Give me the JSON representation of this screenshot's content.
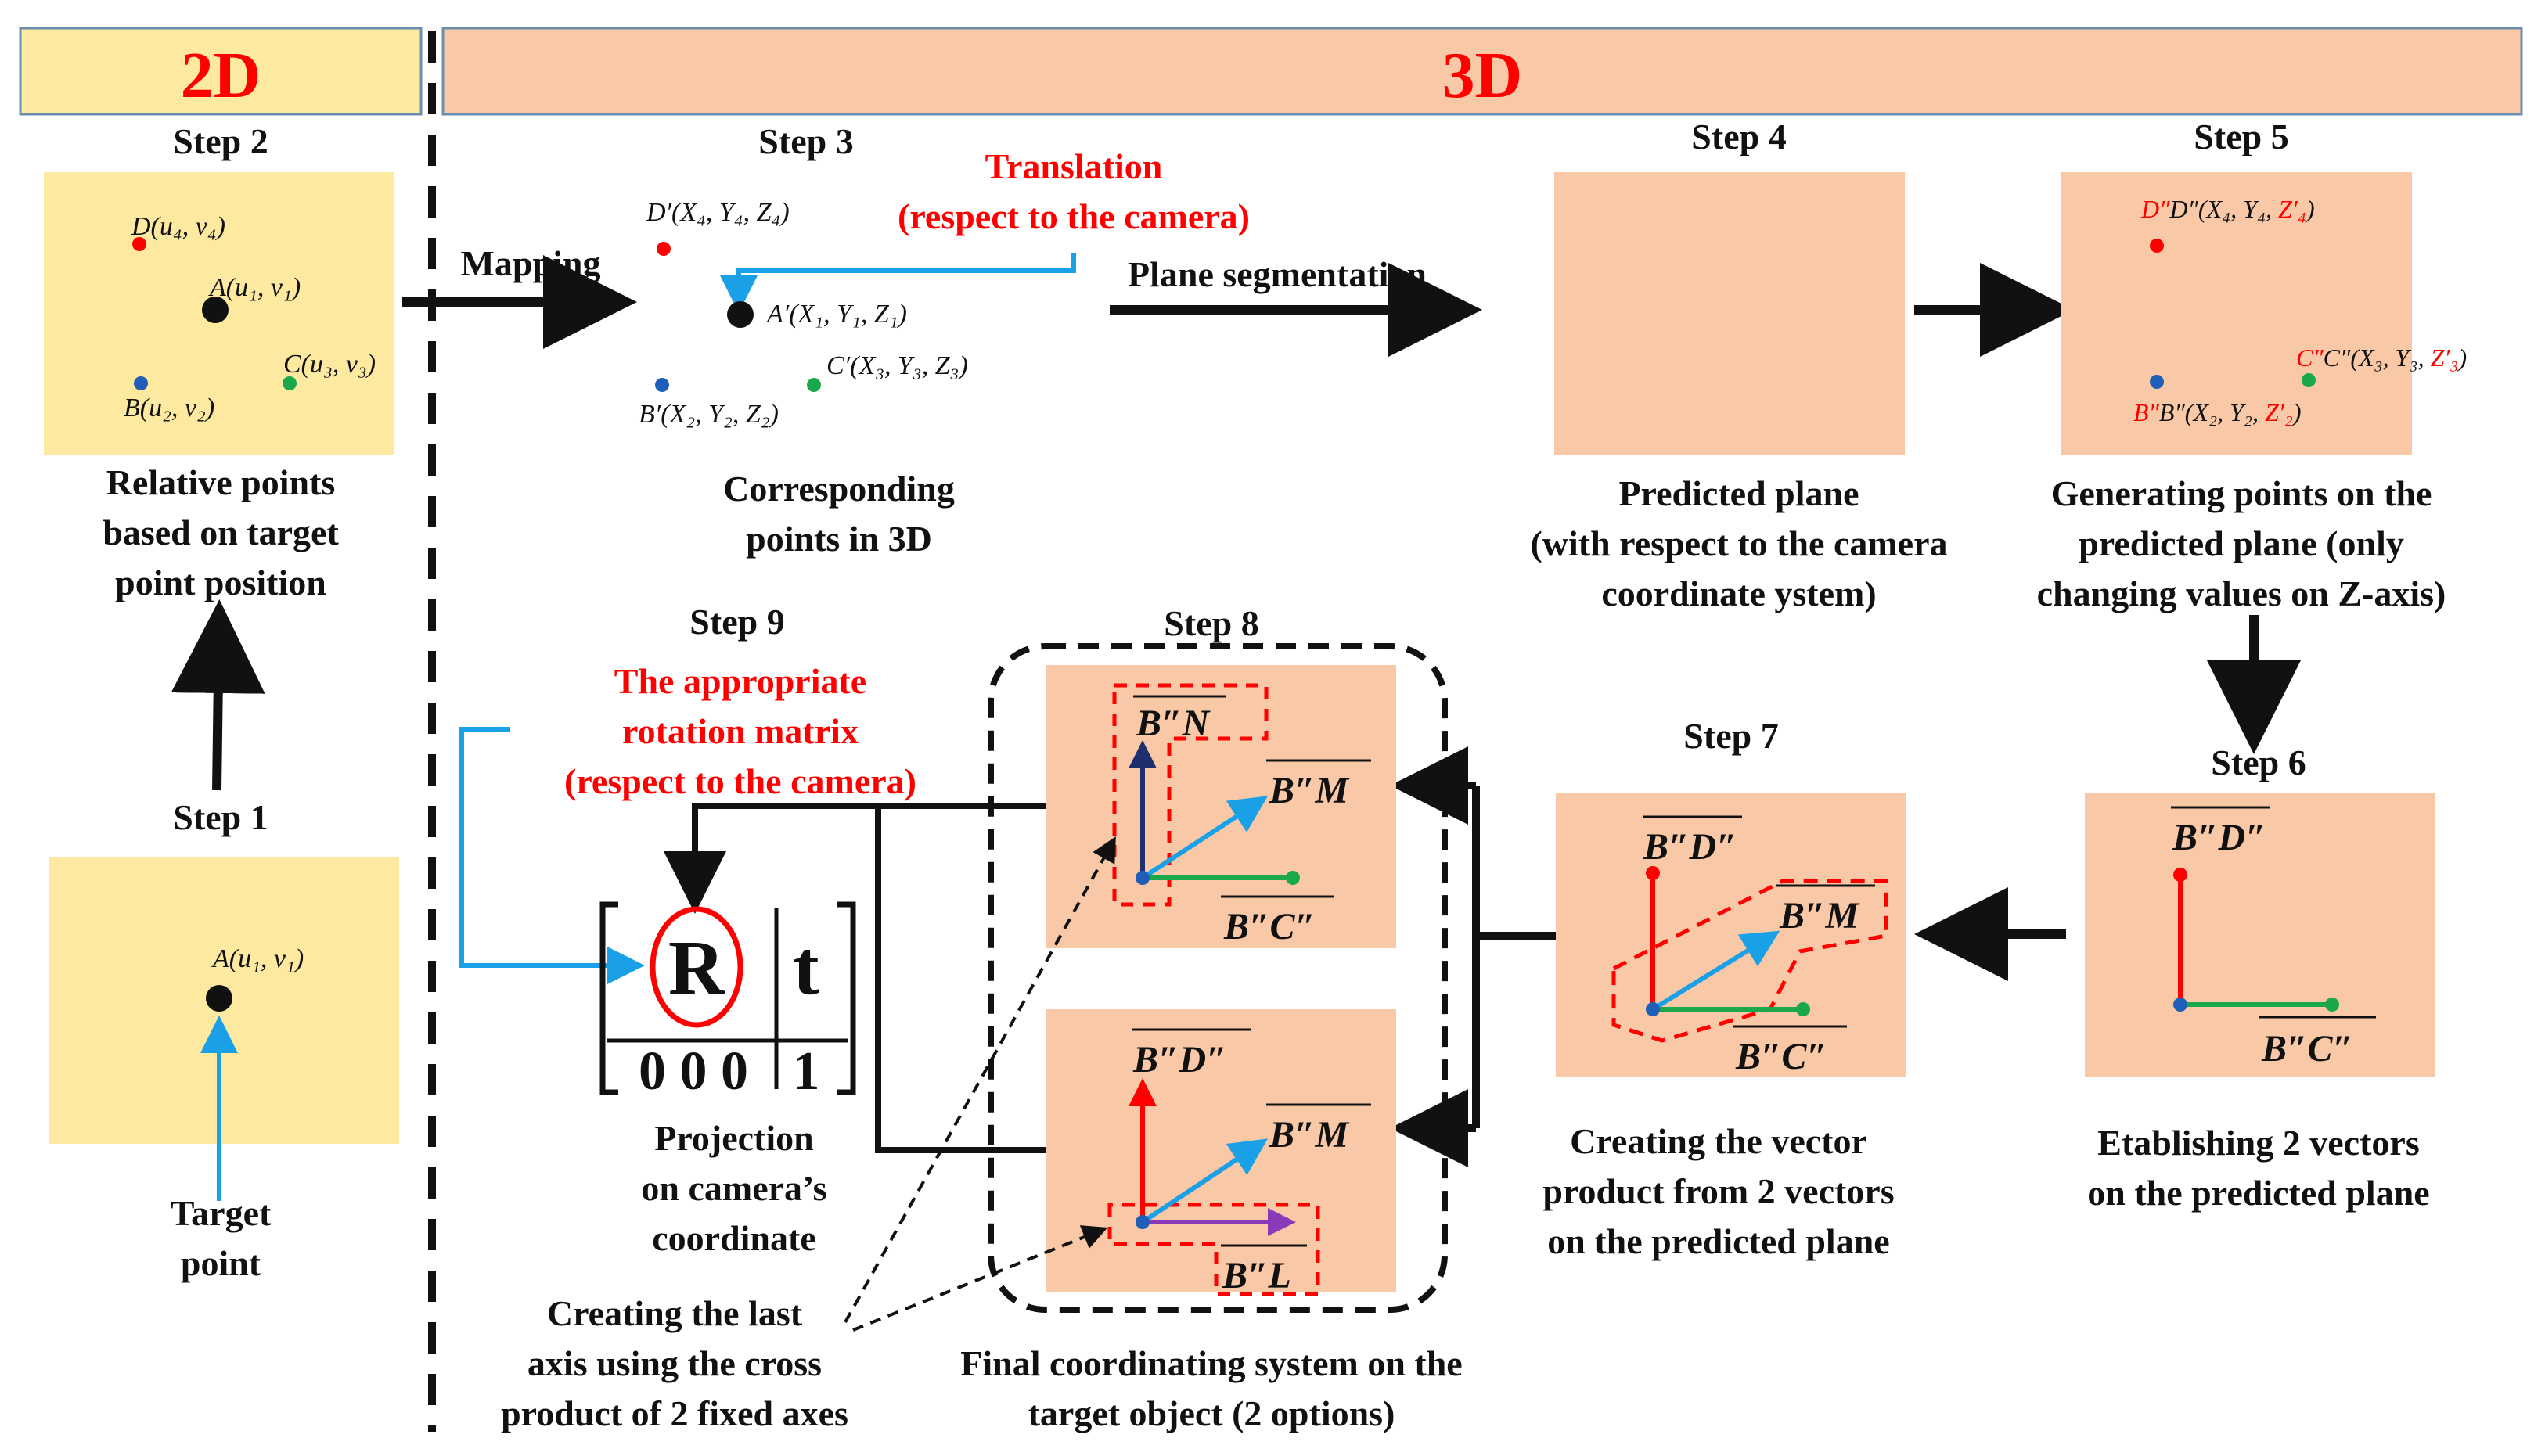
{
  "headers": {
    "left": "2D",
    "right": "3D"
  },
  "colors": {
    "yellow": "#fde9a0",
    "peach": "#f9c8a6",
    "red": "#ff0000",
    "blue": "#1aa0e6",
    "green": "#1aa84a",
    "navy": "#1f2f6e",
    "purple": "#8a3ab8",
    "dot_blue": "#1f5fb8"
  },
  "step1": {
    "title": "Step 1",
    "point_label": "A(u₁, v₁)",
    "caption": [
      "Target",
      "point"
    ]
  },
  "step2": {
    "title": "Step 2",
    "labels": {
      "D": "D(u₄, v₄)",
      "A": "A(u₁, v₁)",
      "C": "C(u₃, v₃)",
      "B": "B(u₂, v₂)"
    },
    "caption": [
      "Relative points",
      "based on target",
      "point position"
    ]
  },
  "mapping_label": "Mapping",
  "step3": {
    "title": "Step 3",
    "labels": {
      "D": "D′(X₄, Y₄, Z₄)",
      "A": "A′(X₁, Y₁, Z₁)",
      "C": "C′(X₃, Y₃, Z₃)",
      "B": "B′(X₂, Y₂, Z₂)"
    },
    "translation": [
      "Translation",
      "(respect to the camera)"
    ],
    "caption": [
      "Corresponding",
      "points in 3D"
    ]
  },
  "plane_segmentation_label": "Plane segmentation",
  "step4": {
    "title": "Step 4",
    "caption": [
      "Predicted plane",
      "(with respect to the camera",
      "coordinate ystem)"
    ]
  },
  "step5": {
    "title": "Step 5",
    "labels": {
      "D_black": "D″(X₄, Y₄, ",
      "D_red": "Z′₄",
      "C_black": "C″(X₃, Y₃, ",
      "C_red": "Z′₃",
      "B_black": "B″(X₂, Y₂, ",
      "B_red": "Z′₂"
    },
    "caption": [
      "Generating points on the",
      "predicted plane (only",
      "changing values on Z-axis)"
    ]
  },
  "step6": {
    "title": "Step 6",
    "vectors": {
      "up": "B″D″",
      "right": "B″C″"
    },
    "caption": [
      "Etablishing 2 vectors",
      "on the predicted plane"
    ]
  },
  "step7": {
    "title": "Step 7",
    "vectors": {
      "up": "B″D″",
      "diag": "B″M",
      "right": "B″C″"
    },
    "caption": [
      "Creating the vector",
      "product from 2 vectors",
      "on the predicted plane"
    ]
  },
  "step8": {
    "title": "Step 8",
    "option1": {
      "up": "B″N",
      "diag": "B″M",
      "right": "B″C″"
    },
    "option2": {
      "up": "B″D″",
      "diag": "B″M",
      "right": "B″L"
    },
    "caption": [
      "Final coordinating system on the",
      "target object (2 options)"
    ]
  },
  "step9": {
    "title": "Step 9",
    "rotation": [
      "The appropriate",
      "rotation matrix",
      "(respect to the camera)"
    ],
    "matrix": {
      "R": "R",
      "t": "t",
      "bottom": "0 0 0",
      "one": "1"
    },
    "caption": [
      "Projection",
      "on camera’s",
      "coordinate"
    ]
  },
  "cross_product_note": [
    "Creating the last",
    "axis using the cross",
    "product of 2 fixed axes"
  ]
}
